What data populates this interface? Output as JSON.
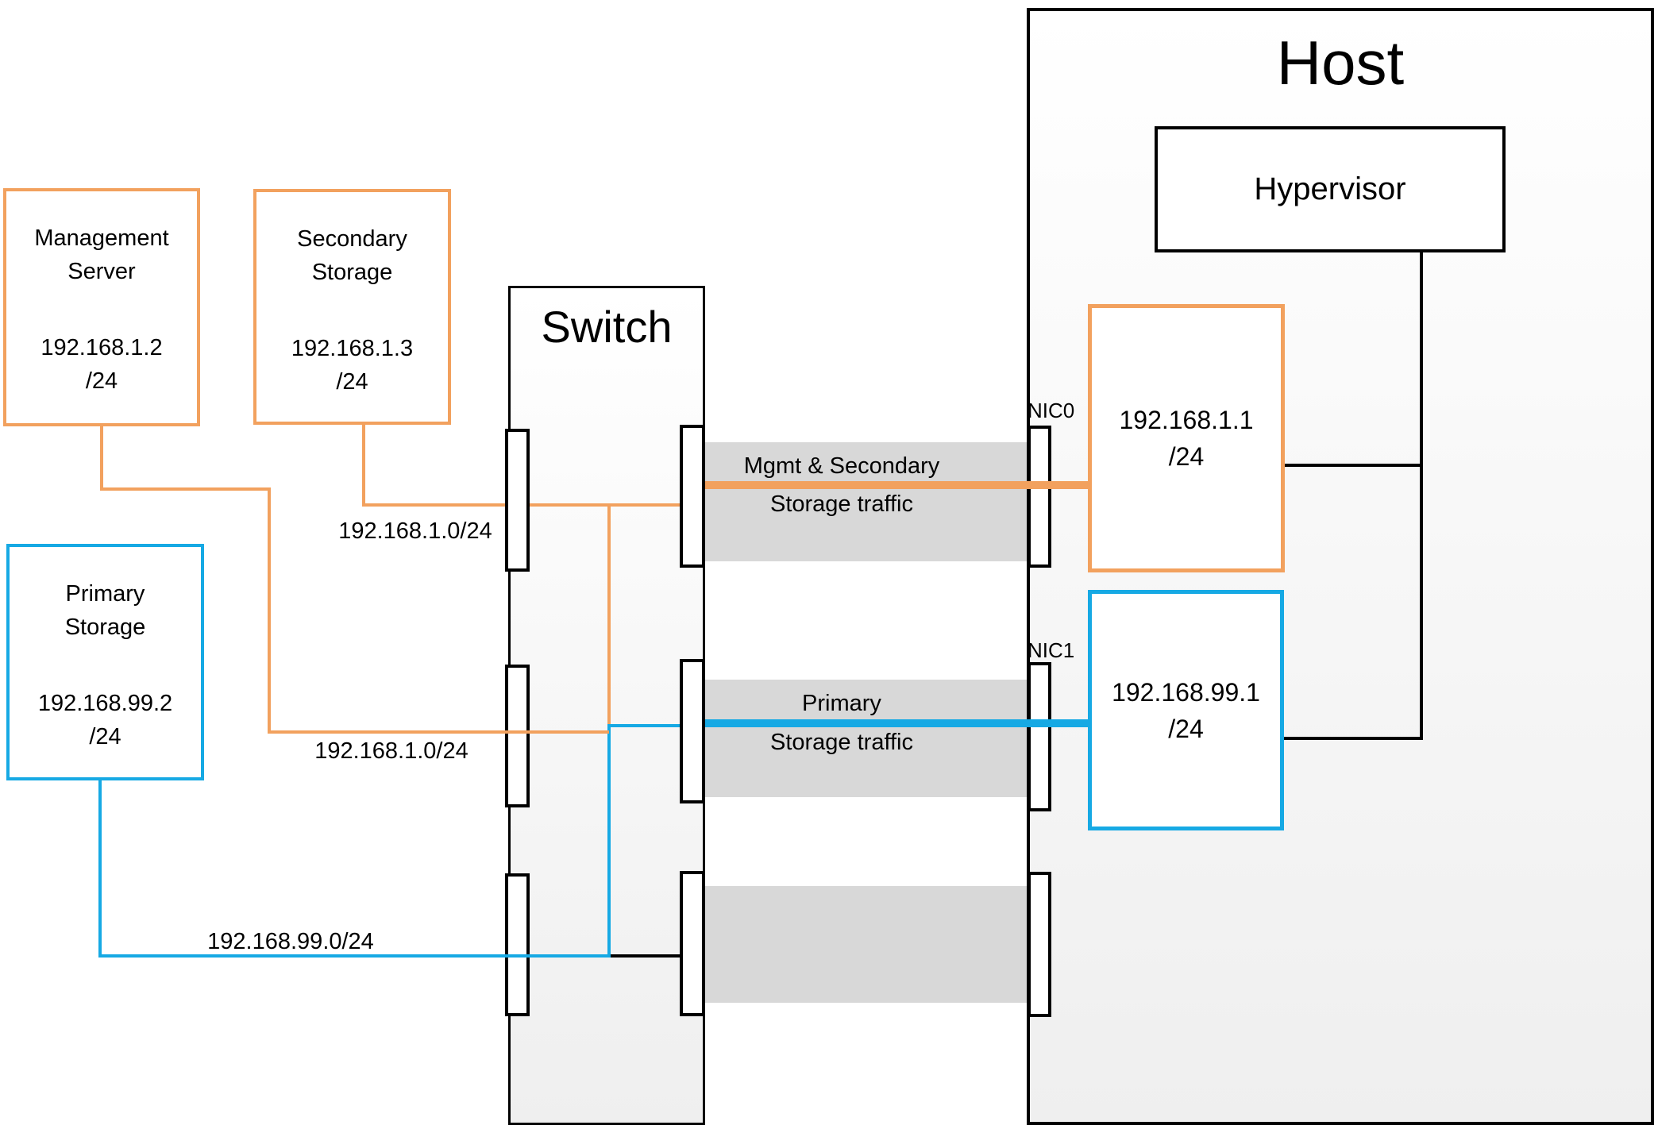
{
  "colors": {
    "orange": "#F2A15E",
    "blue": "#16A9E4",
    "band-gray": "#D8D8D8",
    "wire-black": "#000000"
  },
  "host": {
    "title": "Host"
  },
  "hypervisor": {
    "label": "Hypervisor"
  },
  "switch": {
    "label": "Switch"
  },
  "servers": {
    "management": {
      "name_line1": "Management",
      "name_line2": "Server",
      "ip": "192.168.1.2",
      "mask": "/24"
    },
    "secondary": {
      "name_line1": "Secondary",
      "name_line2": "Storage",
      "ip": "192.168.1.3",
      "mask": "/24"
    },
    "primary": {
      "name_line1": "Primary",
      "name_line2": "Storage",
      "ip": "192.168.99.2",
      "mask": "/24"
    }
  },
  "nics": {
    "nic0": {
      "label": "NIC0",
      "ip": "192.168.1.1",
      "mask": "/24"
    },
    "nic1": {
      "label": "NIC1",
      "ip": "192.168.99.1",
      "mask": "/24"
    }
  },
  "subnet_labels": {
    "secondary_link": "192.168.1.0/24",
    "management_link": "192.168.1.0/24",
    "primary_link": "192.168.99.0/24"
  },
  "traffic": {
    "mgmt_band": {
      "line1": "Mgmt & Secondary",
      "line2": "Storage traffic"
    },
    "primary_band": {
      "line1": "Primary",
      "line2": "Storage traffic"
    }
  }
}
